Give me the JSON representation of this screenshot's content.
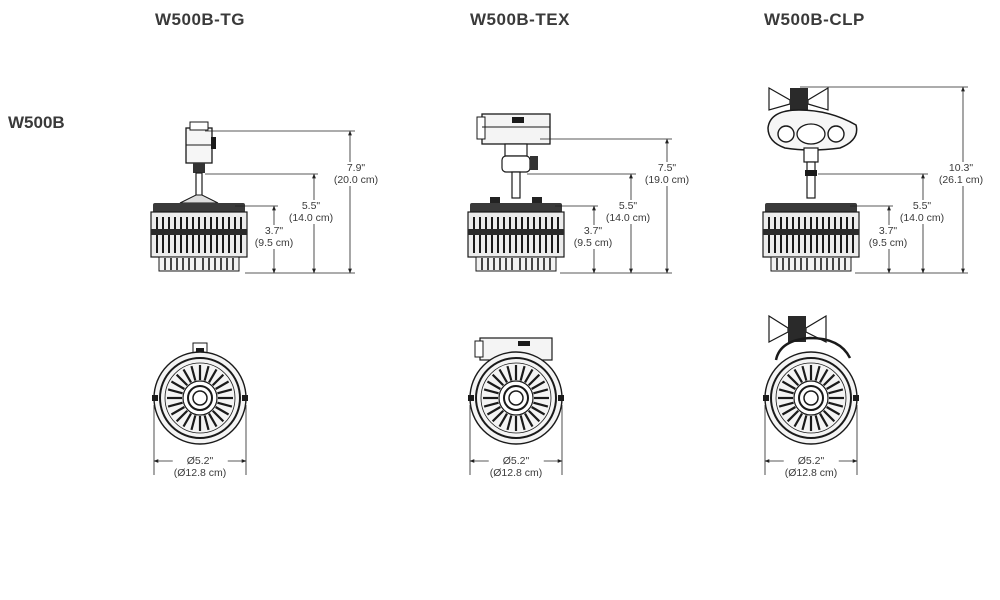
{
  "row_label": "W500B",
  "models": [
    {
      "name": "W500B-TG",
      "dims": {
        "overall_in": "7.9\"",
        "overall_cm": "(20.0 cm)",
        "mid_in": "5.5\"",
        "mid_cm": "(14.0 cm)",
        "body_in": "3.7\"",
        "body_cm": "(9.5 cm)",
        "dia_in": "Ø5.2\"",
        "dia_cm": "(Ø12.8 cm)"
      }
    },
    {
      "name": "W500B-TEX",
      "dims": {
        "overall_in": "7.5\"",
        "overall_cm": "(19.0 cm)",
        "mid_in": "5.5\"",
        "mid_cm": "(14.0 cm)",
        "body_in": "3.7\"",
        "body_cm": "(9.5 cm)",
        "dia_in": "Ø5.2\"",
        "dia_cm": "(Ø12.8 cm)"
      }
    },
    {
      "name": "W500B-CLP",
      "dims": {
        "overall_in": "10.3\"",
        "overall_cm": "(26.1 cm)",
        "mid_in": "5.5\"",
        "mid_cm": "(14.0 cm)",
        "body_in": "3.7\"",
        "body_cm": "(9.5 cm)",
        "dia_in": "Ø5.2\"",
        "dia_cm": "(Ø12.8 cm)"
      }
    }
  ]
}
